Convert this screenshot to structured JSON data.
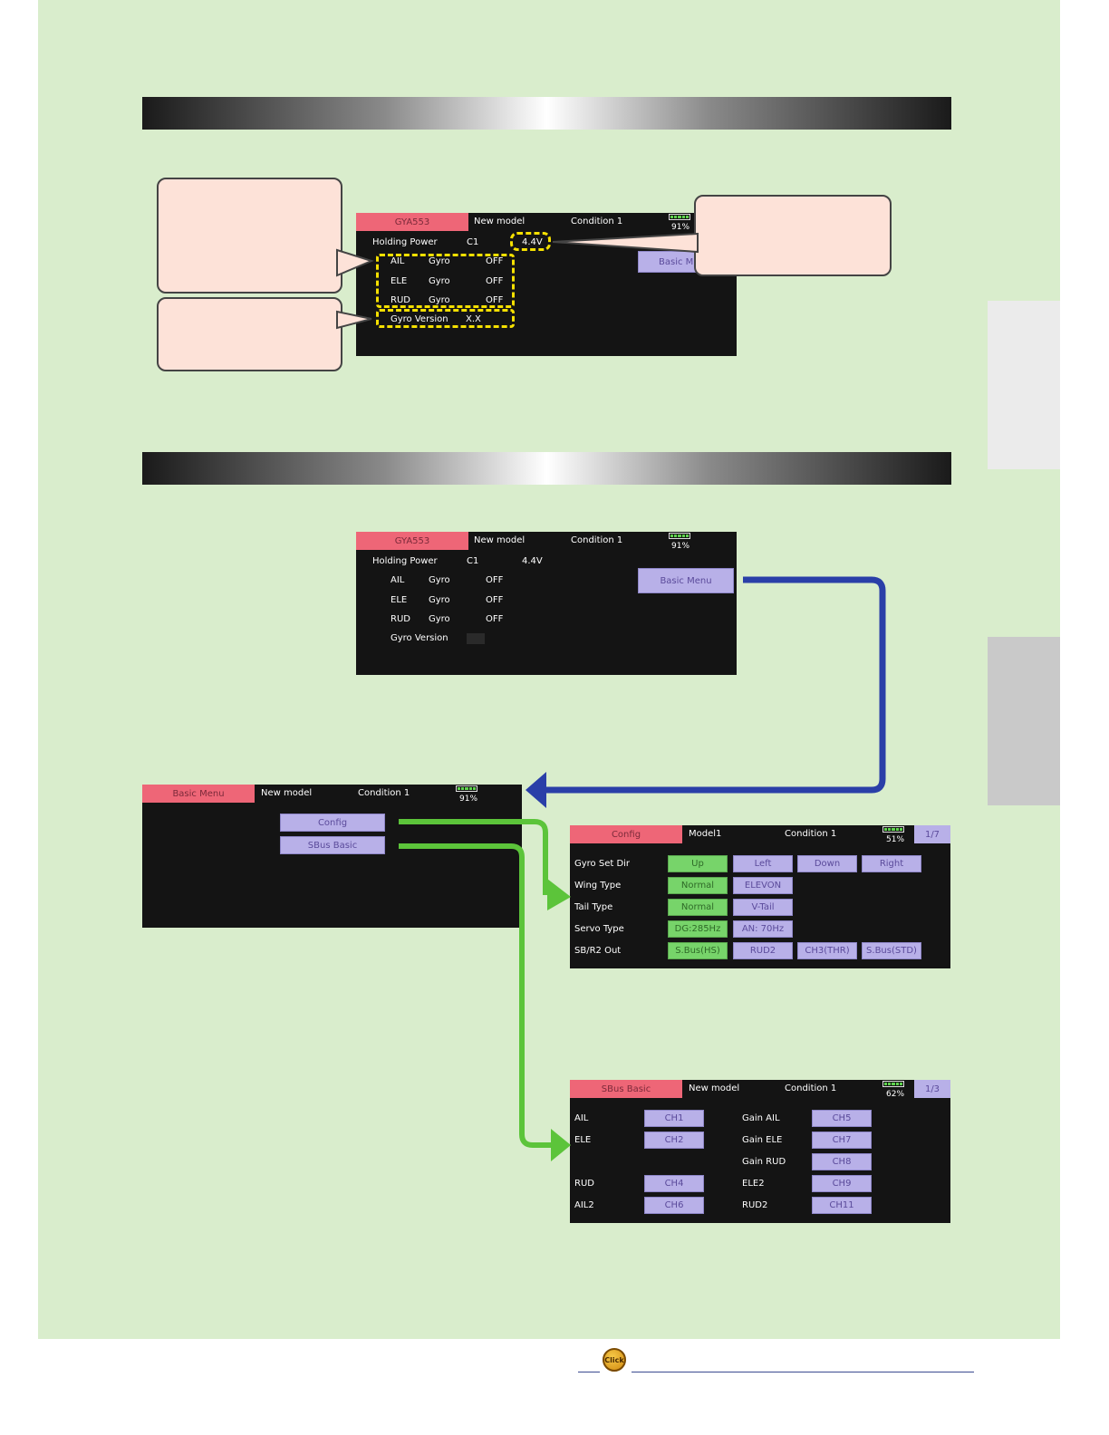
{
  "screen1": {
    "title": "GYA553",
    "model": "New model",
    "condition": "Condition 1",
    "battery": "91%",
    "holding_power_label": "Holding Power",
    "holding_power_ch": "C1",
    "voltage": "4.4V",
    "rows": [
      {
        "axis": "AIL",
        "mode": "Gyro",
        "state": "OFF"
      },
      {
        "axis": "ELE",
        "mode": "Gyro",
        "state": "OFF"
      },
      {
        "axis": "RUD",
        "mode": "Gyro",
        "state": "OFF"
      }
    ],
    "gyro_version_label": "Gyro Version",
    "gyro_version": "X.X",
    "basic_menu_button": "Basic M"
  },
  "screen2": {
    "title": "GYA553",
    "model": "New model",
    "condition": "Condition 1",
    "battery": "91%",
    "holding_power_label": "Holding Power",
    "holding_power_ch": "C1",
    "voltage": "4.4V",
    "rows": [
      {
        "axis": "AIL",
        "mode": "Gyro",
        "state": "OFF"
      },
      {
        "axis": "ELE",
        "mode": "Gyro",
        "state": "OFF"
      },
      {
        "axis": "RUD",
        "mode": "Gyro",
        "state": "OFF"
      }
    ],
    "gyro_version_label": "Gyro Version",
    "basic_menu_button": "Basic Menu"
  },
  "basic_menu": {
    "title": "Basic Menu",
    "model": "New model",
    "condition": "Condition 1",
    "battery": "91%",
    "config_button": "Config",
    "sbus_button": "SBus Basic"
  },
  "config": {
    "title": "Config",
    "model": "Model1",
    "condition": "Condition 1",
    "battery": "51%",
    "page": "1/7",
    "rows": [
      {
        "label": "Gyro Set Dir",
        "options": [
          "Up",
          "Left",
          "Down",
          "Right"
        ],
        "selected": 0
      },
      {
        "label": "Wing Type",
        "options": [
          "Normal",
          "ELEVON"
        ],
        "selected": 0
      },
      {
        "label": "Tail Type",
        "options": [
          "Normal",
          "V-Tail"
        ],
        "selected": 0
      },
      {
        "label": "Servo Type",
        "options": [
          "DG:285Hz",
          "AN: 70Hz"
        ],
        "selected": 0
      },
      {
        "label": "SB/R2 Out",
        "options": [
          "S.Bus(HS)",
          "RUD2",
          "CH3(THR)",
          "S.Bus(STD)"
        ],
        "selected": 0
      }
    ]
  },
  "sbus": {
    "title": "SBus Basic",
    "model": "New model",
    "condition": "Condition 1",
    "battery": "62%",
    "page": "1/3",
    "left": [
      {
        "label": "AIL",
        "ch": "CH1"
      },
      {
        "label": "ELE",
        "ch": "CH2"
      },
      {
        "label": "",
        "ch": ""
      },
      {
        "label": "RUD",
        "ch": "CH4"
      },
      {
        "label": "AIL2",
        "ch": "CH6"
      }
    ],
    "right": [
      {
        "label": "Gain AIL",
        "ch": "CH5"
      },
      {
        "label": "Gain ELE",
        "ch": "CH7"
      },
      {
        "label": "Gain RUD",
        "ch": "CH8"
      },
      {
        "label": "ELE2",
        "ch": "CH9"
      },
      {
        "label": "RUD2",
        "ch": "CH11"
      }
    ]
  },
  "footer": {
    "click_icon": "Click"
  },
  "colors": {
    "background": "#d9edcc",
    "title_bar": "#ee6677",
    "button": "#b8b0e8",
    "button_selected": "#77d46a",
    "arrow_blue": "#2a3fa8",
    "arrow_green": "#5cc43a",
    "highlight": "#f5e000"
  }
}
